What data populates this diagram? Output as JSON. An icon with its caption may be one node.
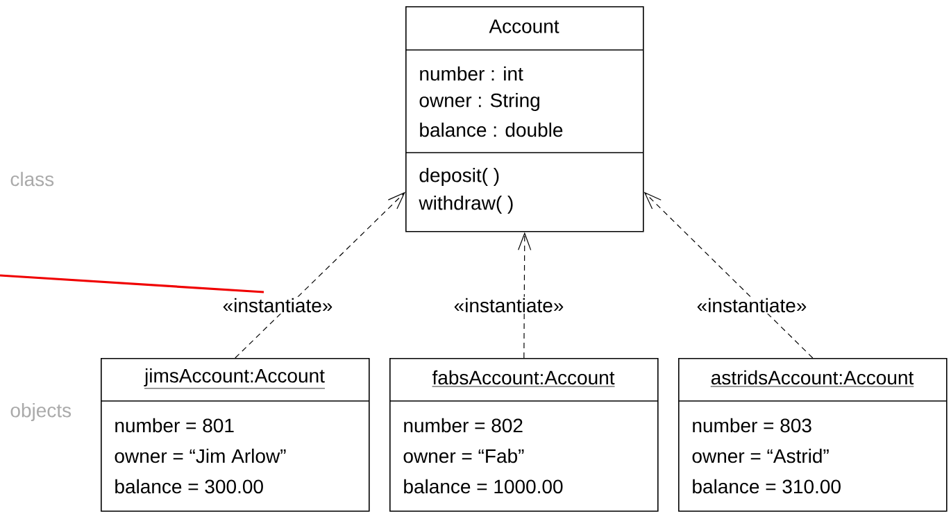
{
  "diagram": {
    "nodes": [
      {
        "text": [
          "Account",
          "number : int",
          "owner : String",
          "balance : double",
          "deposit( )",
          "withdraw( )"
        ]
      },
      {
        "text": [
          "jimsAccount:Account",
          "number = 801",
          "owner = “Jim Arlow”",
          "balance = 300.00"
        ]
      },
      {
        "text": [
          "fabsAccount:Account",
          "number = 802",
          "owner = “Fab”",
          "balance = 1000.00"
        ]
      },
      {
        "text": [
          "astridsAccount:Account",
          "number = 803",
          "owner = “Astrid”",
          "balance = 310.00"
        ]
      }
    ],
    "edges": [
      {
        "from": 1,
        "to": 0,
        "arrow": "to",
        "style": "dashed",
        "label": "«instantiate»"
      },
      {
        "from": 2,
        "to": 0,
        "arrow": "to",
        "style": "dashed",
        "label": "«instantiate»"
      },
      {
        "from": 3,
        "to": 0,
        "arrow": "to",
        "style": "dashed",
        "label": "«instantiate»"
      }
    ],
    "labels": [
      "class",
      "objects"
    ]
  }
}
